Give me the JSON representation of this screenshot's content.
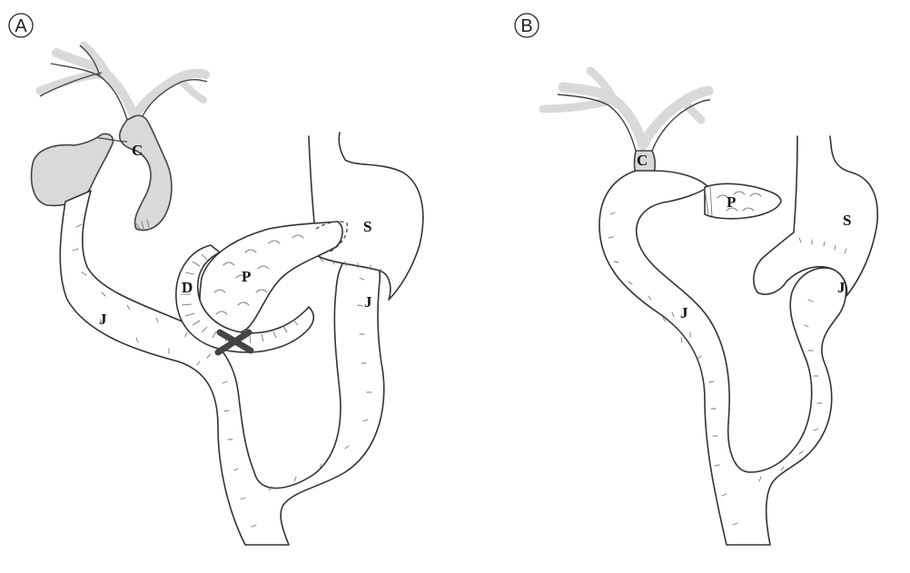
{
  "panels": [
    {
      "letter": "A",
      "labels": {
        "c": "C",
        "s": "S",
        "p": "P",
        "d": "D",
        "j_left": "J",
        "j_right": "J"
      }
    },
    {
      "letter": "B",
      "labels": {
        "c": "C",
        "p": "P",
        "s": "S",
        "j_left": "J",
        "j_right": "J"
      }
    }
  ],
  "colors": {
    "line": "#333333",
    "gray_fill": "#d9d9d9",
    "ligation_mark": "#444444"
  }
}
